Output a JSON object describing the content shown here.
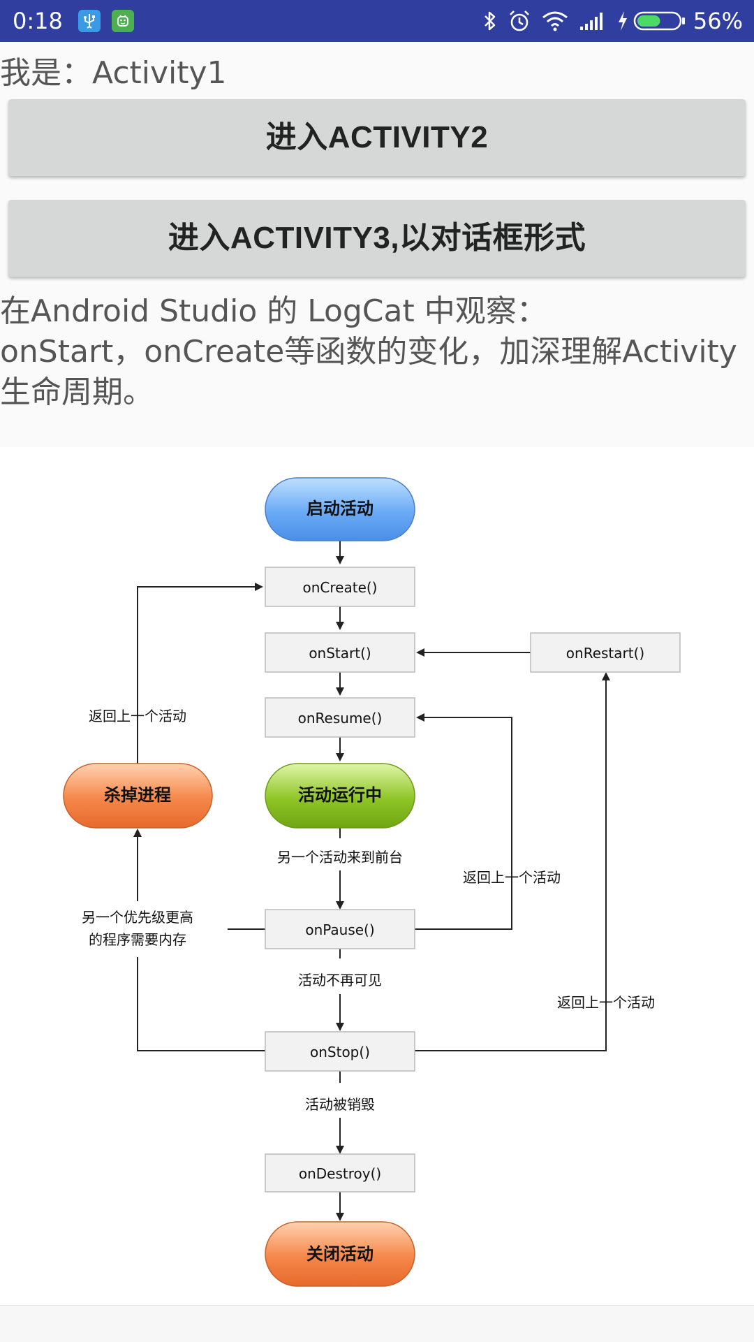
{
  "status_bar": {
    "time": "0:18",
    "battery_percent": "56%",
    "battery_level": 0.56,
    "icons": [
      "usb-icon",
      "android-debug-icon",
      "bluetooth-icon",
      "alarm-icon",
      "wifi-icon",
      "signal-icon",
      "charging-icon",
      "battery-icon"
    ]
  },
  "main": {
    "iam_label": "我是：Activity1",
    "button1_label": "进入ACTIVITY2",
    "button2_label": "进入ACTIVITY3,以对话框形式",
    "description": "在Android Studio 的 LogCat 中观察：\nonStart，onCreate等函数的变化，加深理解Activity生命周期。"
  },
  "diagram": {
    "start": "启动活动",
    "onCreate": "onCreate()",
    "onStart": "onStart()",
    "onRestart": "onRestart()",
    "onResume": "onResume()",
    "running": "活动运行中",
    "kill": "杀掉进程",
    "back_upper_left": "返回上一个活动",
    "another_foreground": "另一个活动来到前台",
    "back_resume": "返回上一个活动",
    "priority_line1": "另一个优先级更高",
    "priority_line2": "的程序需要内存",
    "onPause": "onPause()",
    "invisible": "活动不再可见",
    "back_restart": "返回上一个活动",
    "onStop": "onStop()",
    "destroyed": "活动被销毁",
    "onDestroy": "onDestroy()",
    "close": "关闭活动"
  },
  "colors": {
    "status_bar": "#303f9f",
    "button": "#d6d7d7",
    "start_node": "#6aaaf5",
    "running_node": "#8fc526",
    "kill_node": "#f5874a",
    "close_node": "#f5874a"
  }
}
